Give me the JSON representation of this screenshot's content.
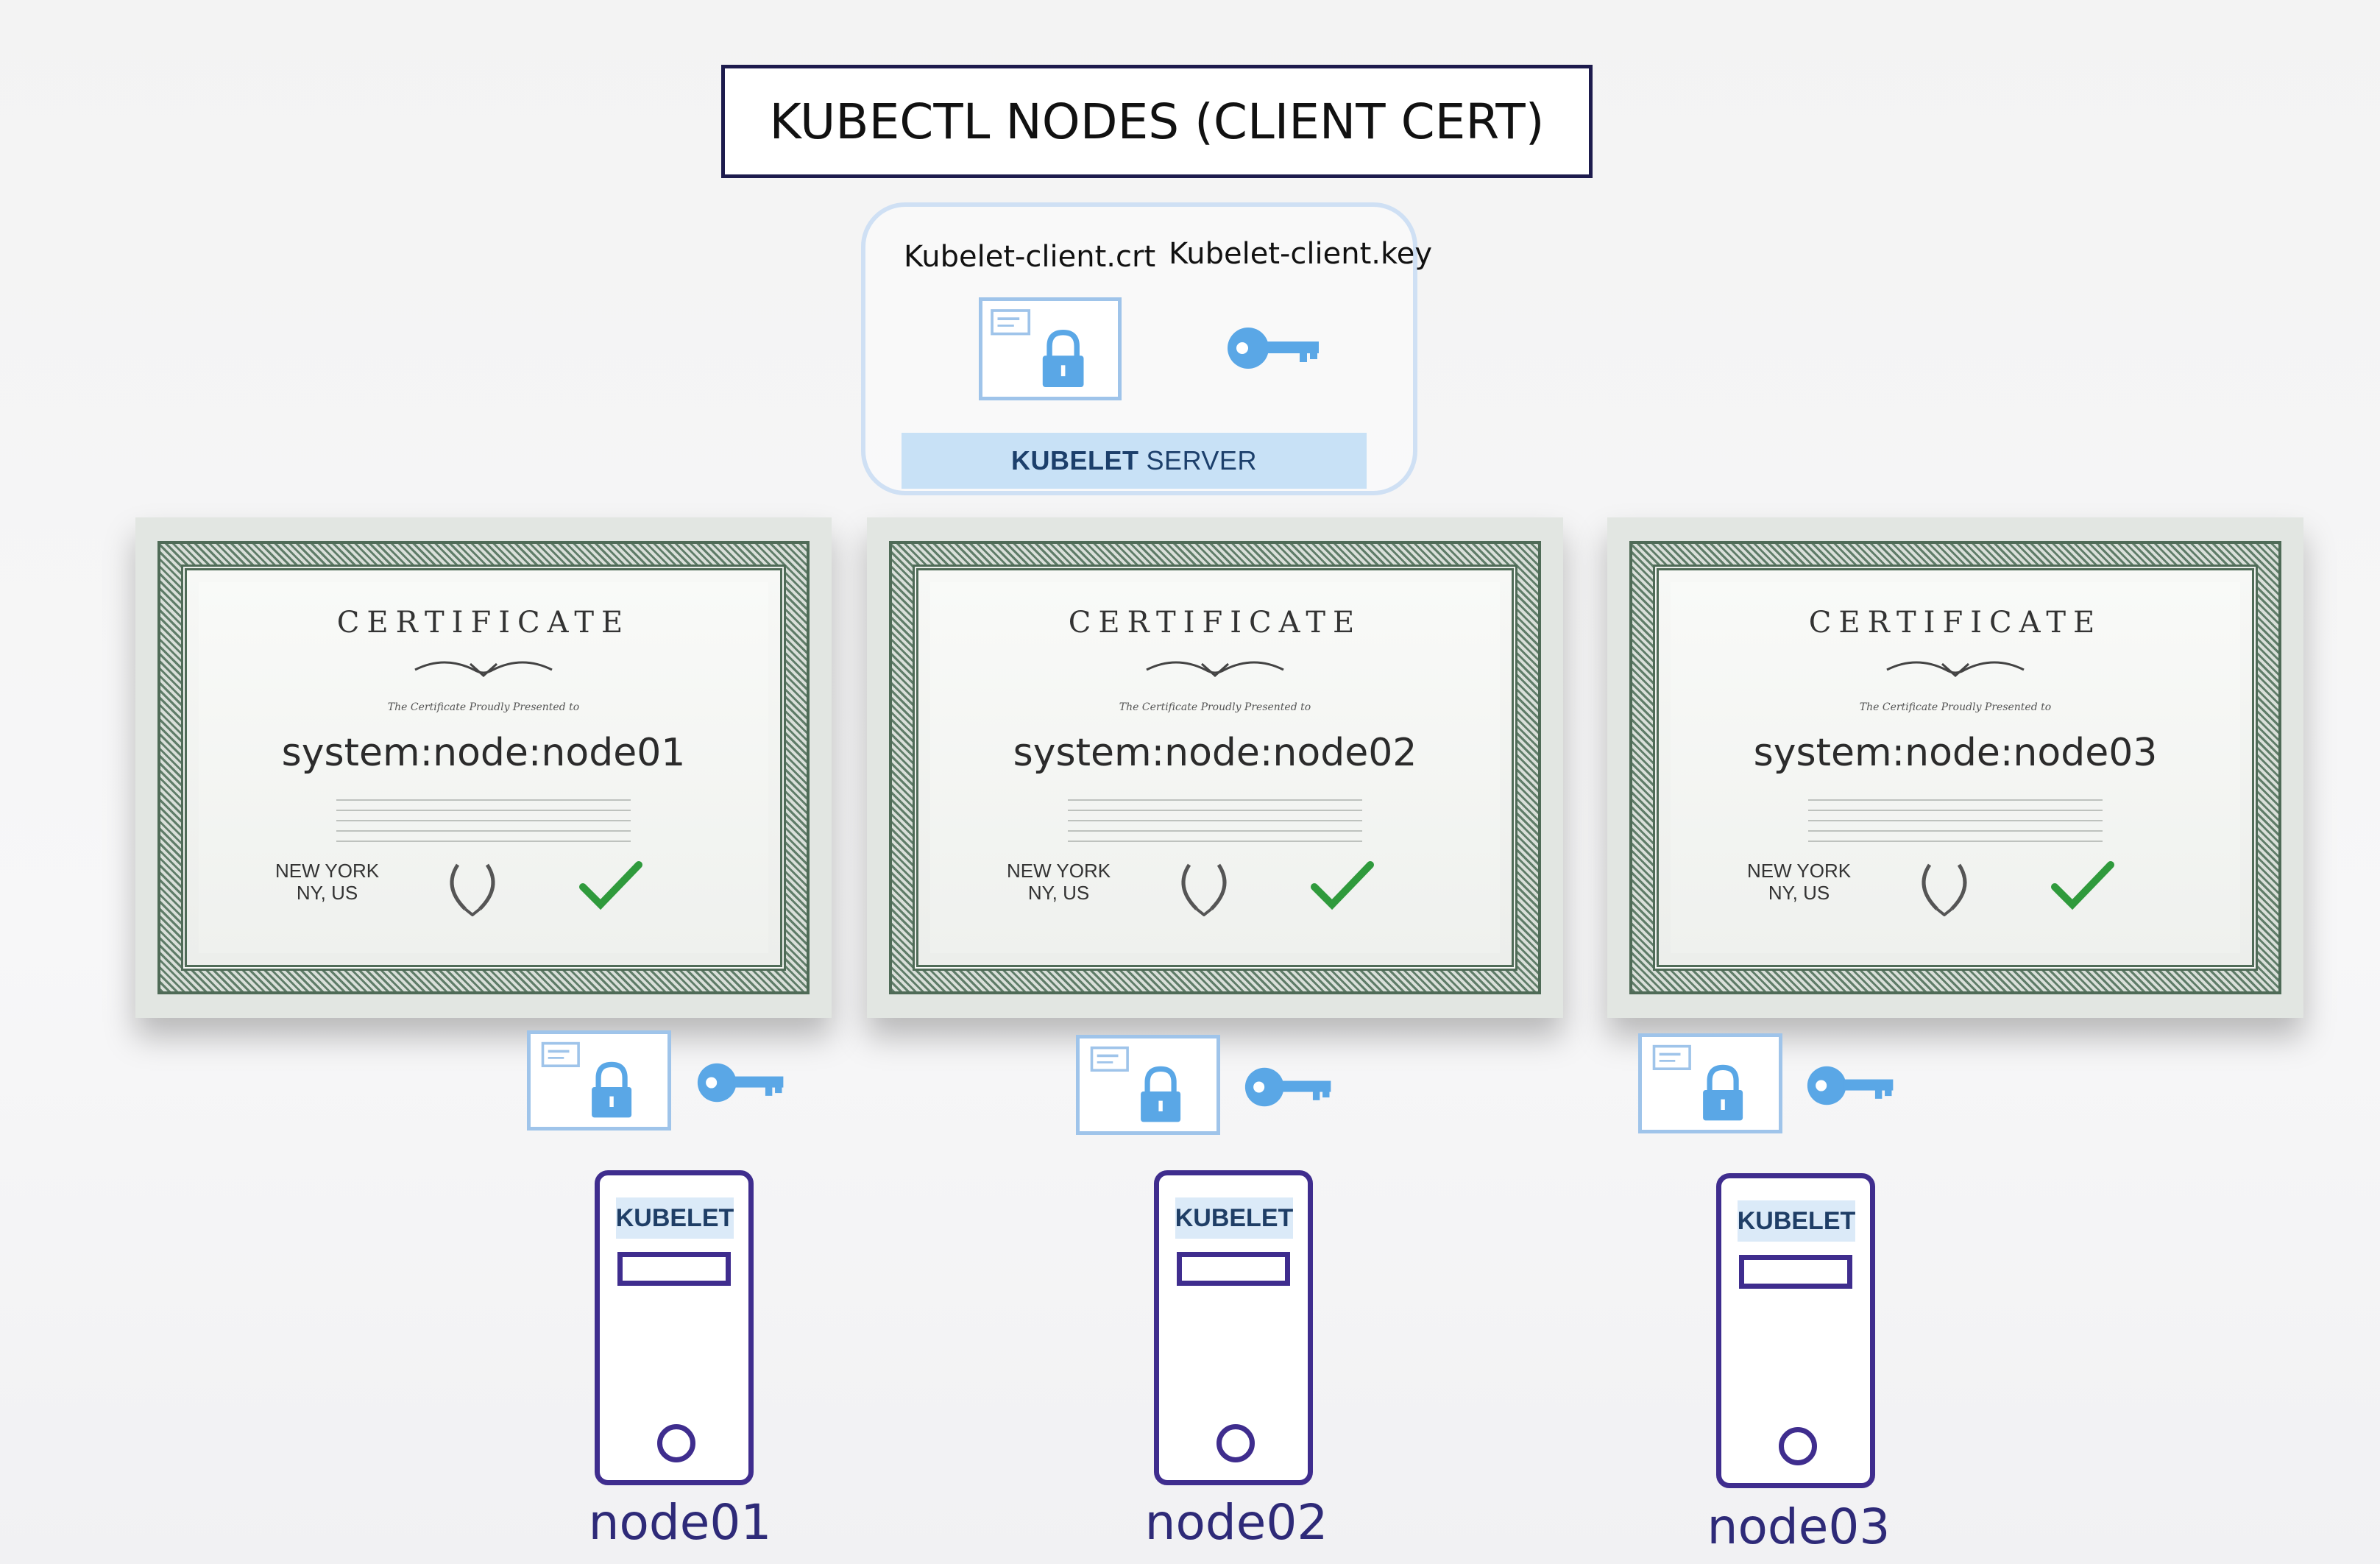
{
  "title": "KUBECTL NODES (CLIENT CERT)",
  "kubelet_server": {
    "crt_label": "Kubelet-client.crt",
    "key_label": "Kubelet-client.key",
    "band_bold": "KUBELET",
    "band_text": "SERVER"
  },
  "certificates": [
    {
      "heading": "CERTIFICATE",
      "presented": "The Certificate Proudly Presented to",
      "name": "system:node:node01",
      "city": "NEW YORK",
      "region": "NY, US"
    },
    {
      "heading": "CERTIFICATE",
      "presented": "The Certificate Proudly Presented to",
      "name": "system:node:node02",
      "city": "NEW YORK",
      "region": "NY, US"
    },
    {
      "heading": "CERTIFICATE",
      "presented": "The Certificate Proudly Presented to",
      "name": "system:node:node03",
      "city": "NEW YORK",
      "region": "NY, US"
    }
  ],
  "nodes": [
    {
      "label": "KUBELET",
      "name": "node01"
    },
    {
      "label": "KUBELET",
      "name": "node02"
    },
    {
      "label": "KUBELET",
      "name": "node03"
    }
  ],
  "colors": {
    "title_border": "#1d1b4d",
    "server_border": "#3f2d8e",
    "icon_blue": "#5aa7e6",
    "panel_band": "#c8e1f6"
  },
  "icons": [
    "certificate-icon",
    "key-icon",
    "seal-icon",
    "checkmark-icon",
    "power-icon"
  ]
}
